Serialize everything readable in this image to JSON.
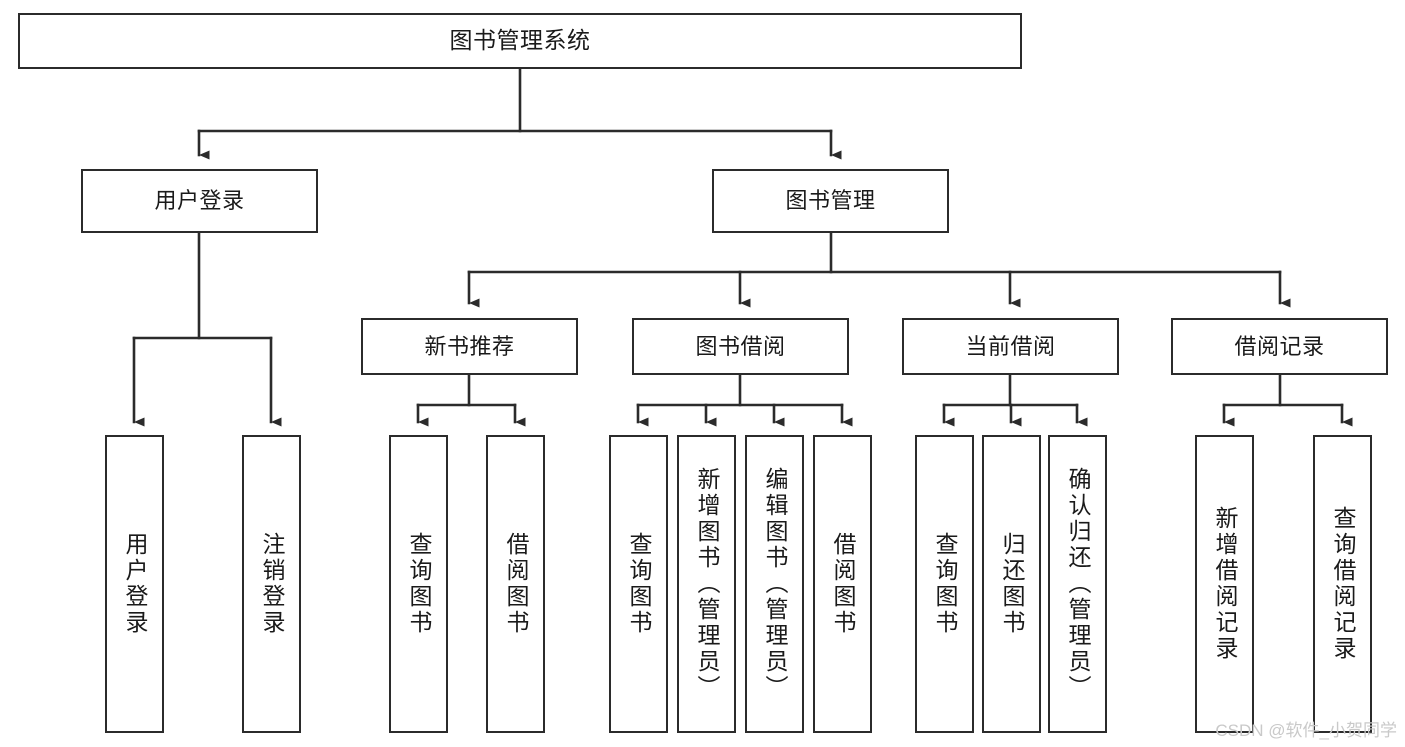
{
  "diagram": {
    "type": "tree-hierarchy",
    "title": "图书管理系统",
    "watermark": "CSDN @软件_小贺同学",
    "colors": {
      "box_border": "#2b2b2b",
      "box_fill": "#ffffff",
      "line": "#2b2b2b",
      "text": "#1a1a1a",
      "watermark": "#c9c9c9",
      "background": "#ffffff"
    },
    "nodes": {
      "root": {
        "label": "图书管理系统"
      },
      "level2": [
        {
          "label": "用户登录"
        },
        {
          "label": "图书管理"
        }
      ],
      "level3": [
        {
          "label": "新书推荐"
        },
        {
          "label": "图书借阅"
        },
        {
          "label": "当前借阅"
        },
        {
          "label": "借阅记录"
        }
      ],
      "leaves": {
        "user_login": [
          {
            "label": "用户登录"
          },
          {
            "label": "注销登录"
          }
        ],
        "new_book_recommend": [
          {
            "label": "查询图书"
          },
          {
            "label": "借阅图书"
          }
        ],
        "book_borrow": [
          {
            "label": "查询图书"
          },
          {
            "label": "新增图书（管理员）"
          },
          {
            "label": "编辑图书（管理员）"
          },
          {
            "label": "借阅图书"
          }
        ],
        "current_borrow": [
          {
            "label": "查询图书"
          },
          {
            "label": "归还图书"
          },
          {
            "label": "确认归还（管理员）"
          }
        ],
        "borrow_record": [
          {
            "label": "新增借阅记录"
          },
          {
            "label": "查询借阅记录"
          }
        ]
      }
    }
  }
}
